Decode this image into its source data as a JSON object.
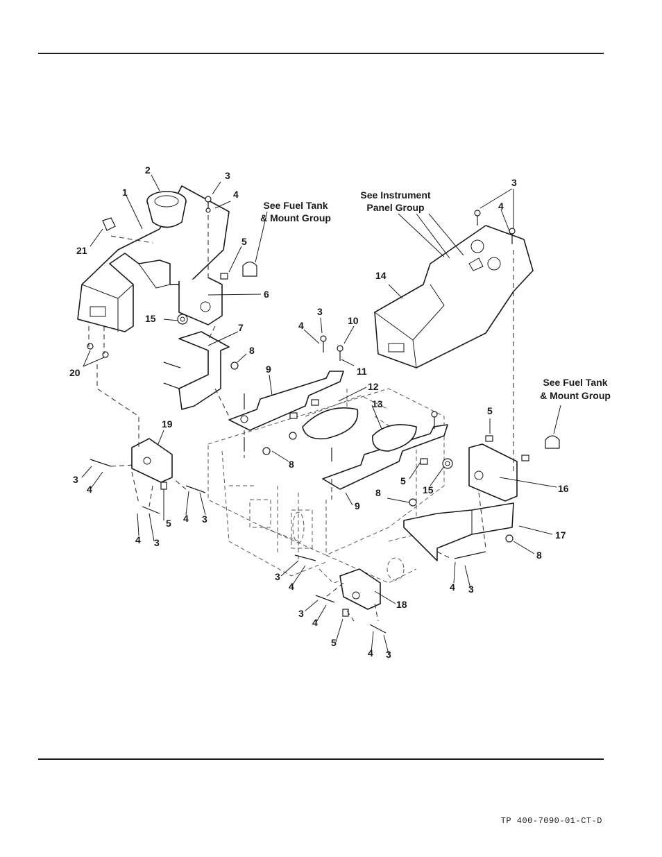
{
  "notes": {
    "fuel_tank_a_line1": "See Fuel Tank",
    "fuel_tank_a_line2": "& Mount Group",
    "instrument_line1": "See Instrument",
    "instrument_line2": "Panel Group",
    "fuel_tank_b_line1": "See Fuel Tank",
    "fuel_tank_b_line2": "& Mount Group"
  },
  "callouts": [
    "1",
    "2",
    "3",
    "4",
    "5",
    "6",
    "7",
    "8",
    "9",
    "10",
    "11",
    "12",
    "13",
    "14",
    "15",
    "16",
    "17",
    "18",
    "19",
    "20",
    "21"
  ],
  "footer": {
    "doc_id": "TP 400-7090-01-CT-D"
  }
}
